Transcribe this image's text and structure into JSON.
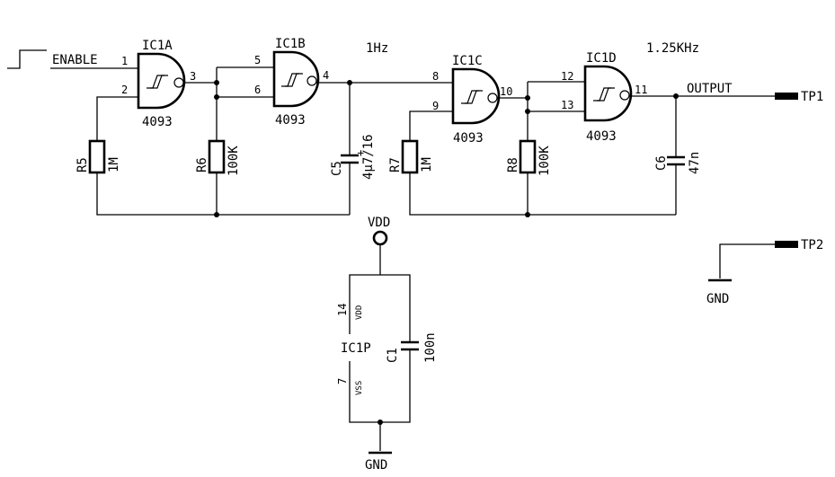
{
  "gates": [
    {
      "ref": "IC1A",
      "part": "4093",
      "pin_in_a": "1",
      "pin_in_b": "2",
      "pin_out": "3"
    },
    {
      "ref": "IC1B",
      "part": "4093",
      "pin_in_a": "5",
      "pin_in_b": "6",
      "pin_out": "4"
    },
    {
      "ref": "IC1C",
      "part": "4093",
      "pin_in_a": "8",
      "pin_in_b": "9",
      "pin_out": "10"
    },
    {
      "ref": "IC1D",
      "part": "4093",
      "pin_in_a": "12",
      "pin_in_b": "13",
      "pin_out": "11"
    }
  ],
  "resistors": [
    {
      "ref": "R5",
      "value": "1M"
    },
    {
      "ref": "R6",
      "value": "100K"
    },
    {
      "ref": "R7",
      "value": "1M"
    },
    {
      "ref": "R8",
      "value": "100K"
    }
  ],
  "capacitors": [
    {
      "ref": "C5",
      "value": "4µ7/16",
      "plus": "+"
    },
    {
      "ref": "C6",
      "value": "47n"
    },
    {
      "ref": "C1",
      "value": "100n"
    }
  ],
  "net_labels": {
    "enable": "ENABLE",
    "output": "OUTPUT",
    "freq1": "1Hz",
    "freq2": "1.25KHz",
    "vdd": "VDD",
    "gnd_right": "GND",
    "gnd_bottom": "GND"
  },
  "test_points": [
    {
      "ref": "TP1"
    },
    {
      "ref": "TP2"
    }
  ],
  "power_unit": {
    "ref": "IC1P",
    "vdd_pin": "14",
    "vdd_label": "VDD",
    "vss_pin": "7",
    "vss_label": "VSS"
  }
}
